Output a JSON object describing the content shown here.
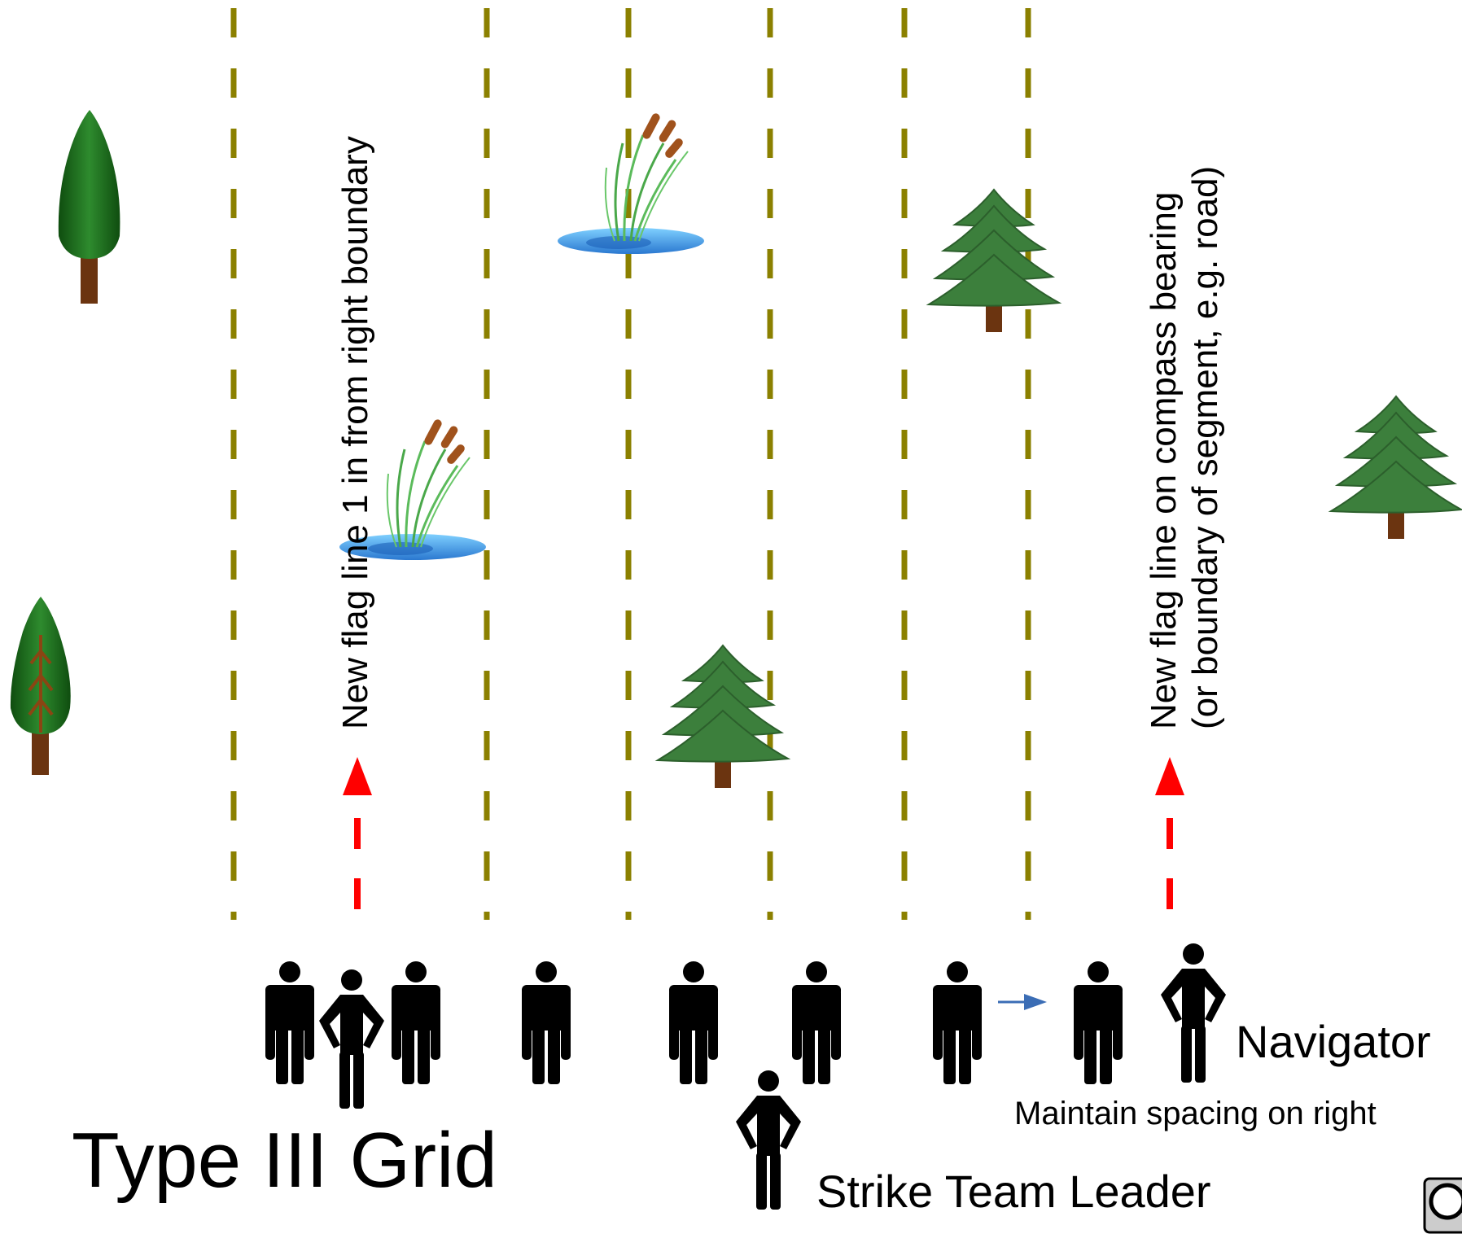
{
  "diagram": {
    "title": "Type III Grid",
    "navigator_label": "Navigator",
    "spacing_note": "Maintain spacing on right",
    "strike_team_leader_label": "Strike Team Leader",
    "left_flag_note": "New flag line 1 in from right boundary",
    "right_flag_note_line1": "New flag line on compass bearing",
    "right_flag_note_line2": "(or boundary of segment, e.g. road)"
  },
  "colors": {
    "search_line": "#8b8000",
    "flag_line": "#ff0000",
    "arrow_blue": "#3b6db5",
    "tree_dark_green": "#1a6b1a",
    "pine_green": "#3c7f3c",
    "trunk_brown": "#6b3410",
    "water_blue": "#3aa0e6",
    "cattail_brown": "#a0521c"
  },
  "icons": [
    "tree-icon",
    "pine-tree-icon",
    "cattail-pond-icon",
    "searcher-icon",
    "navigator-icon",
    "leader-icon",
    "flag-arrow-icon",
    "direction-arrow-icon",
    "license-badge-icon"
  ]
}
